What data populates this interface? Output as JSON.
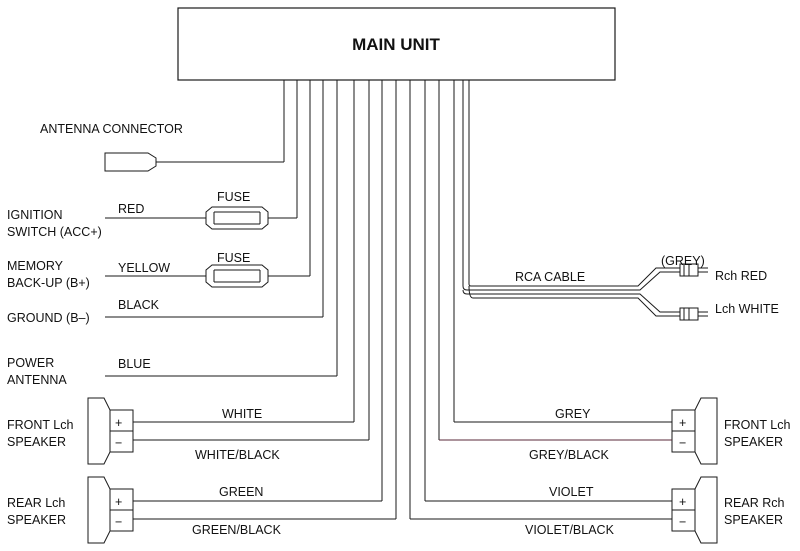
{
  "main_unit": {
    "label": "MAIN UNIT"
  },
  "antenna": {
    "label": "ANTENNA CONNECTOR"
  },
  "ignition": {
    "label_1": "IGNITION",
    "label_2": "SWITCH (ACC+)",
    "wire": "RED",
    "fuse": "FUSE"
  },
  "memory": {
    "label_1": "MEMORY",
    "label_2": "BACK-UP (B+)",
    "wire": "YELLOW",
    "fuse": "FUSE"
  },
  "ground": {
    "label": "GROUND (B–)",
    "wire": "BLACK"
  },
  "power_antenna": {
    "label_1": "POWER",
    "label_2": "ANTENNA",
    "wire": "BLUE"
  },
  "rca": {
    "cable": "RCA CABLE",
    "grey": "(GREY)",
    "right": "Rch RED",
    "left": "Lch WHITE"
  },
  "front_left": {
    "label_1": "FRONT Lch",
    "label_2": "SPEAKER",
    "plus_wire": "WHITE",
    "minus_wire": "WHITE/BLACK"
  },
  "rear_left": {
    "label_1": "REAR Lch",
    "label_2": "SPEAKER",
    "plus_wire": "GREEN",
    "minus_wire": "GREEN/BLACK"
  },
  "front_right": {
    "label_1": "FRONT Lch",
    "label_2": "SPEAKER",
    "plus_wire": "GREY",
    "minus_wire": "GREY/BLACK"
  },
  "rear_right": {
    "label_1": "REAR Rch",
    "label_2": "SPEAKER",
    "plus_wire": "VIOLET",
    "minus_wire": "VIOLET/BLACK"
  },
  "symbols": {
    "plus": "+",
    "minus": "−"
  }
}
